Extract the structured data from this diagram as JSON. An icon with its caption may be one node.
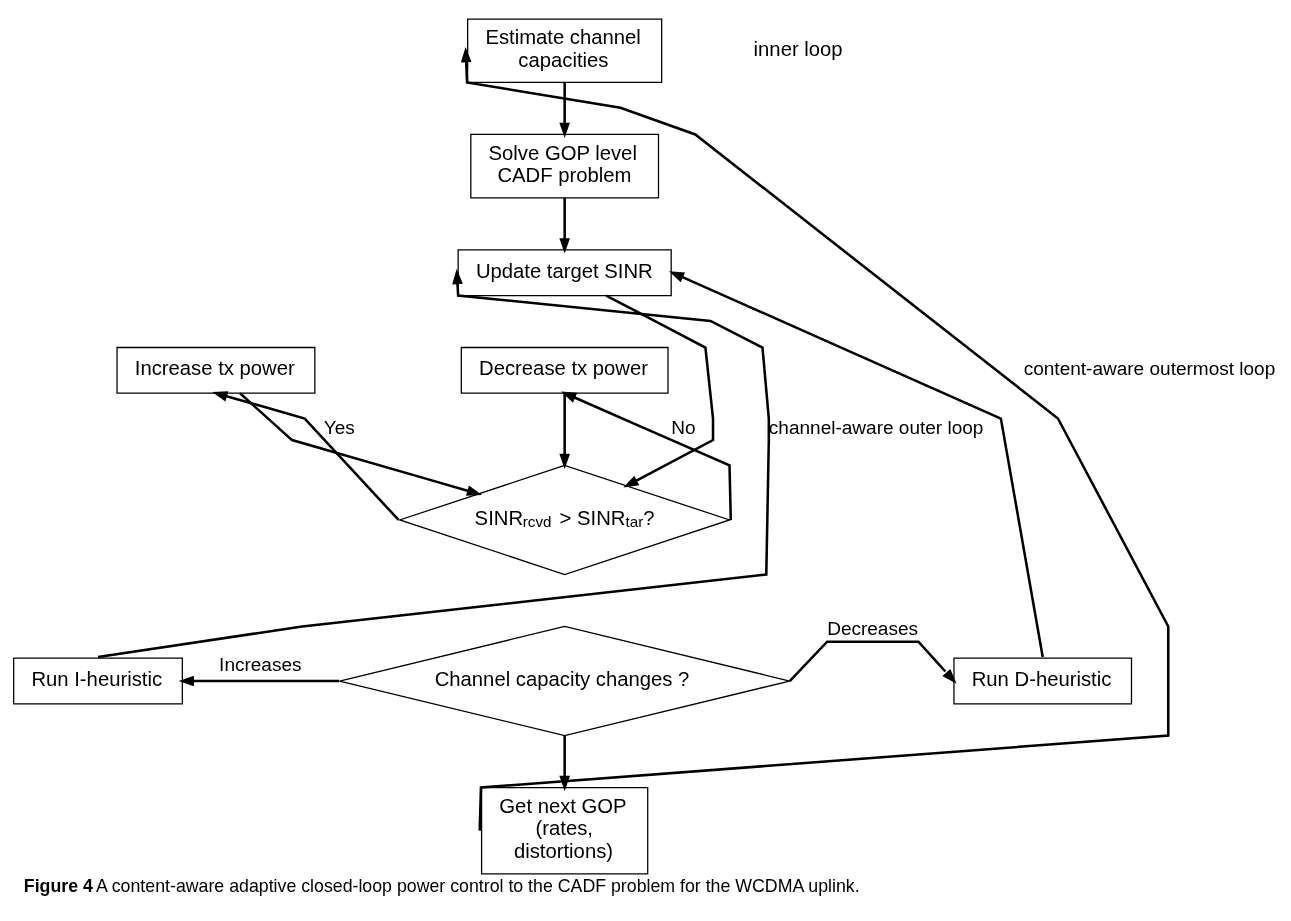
{
  "diagram": {
    "caption": "**Figure 4** A content-aware adaptive closed-loop power control to the CADF problem for the WCDMA uplink.",
    "nodes": [
      {
        "text": [
          "Estimate channel capacities"
        ]
      },
      {
        "text": [
          "Solve GOP level CADF problem"
        ]
      },
      {
        "text": [
          "Update target SINR"
        ]
      },
      {
        "text": [
          "Increase tx power"
        ]
      },
      {
        "text": [
          "Decrease tx power"
        ]
      },
      {
        "text": [
          "SINR$_{rcvd}$ > SINR$_{tar}$?"
        ]
      },
      {
        "text": [
          "Run I-heuristic"
        ]
      },
      {
        "text": [
          "Channel capacity changes ?"
        ]
      },
      {
        "text": [
          "Run D-heuristic"
        ]
      },
      {
        "text": [
          "Get next GOP (rates, distortions)"
        ]
      }
    ],
    "edges": [
      {
        "from": 0,
        "to": 1,
        "arrow": "to"
      },
      {
        "from": 1,
        "to": 2,
        "arrow": "to"
      },
      {
        "from": 2,
        "to": 5,
        "arrow": "to"
      },
      {
        "from": 3,
        "to": 5,
        "arrow": "to"
      },
      {
        "from": 4,
        "to": 5,
        "arrow": "to"
      },
      {
        "from": 5,
        "to": 3,
        "label": "Yes",
        "arrow": "to"
      },
      {
        "from": 5,
        "to": 4,
        "label": "No",
        "arrow": "to"
      },
      {
        "from": 7,
        "to": 6,
        "label": "Increases",
        "arrow": "to"
      },
      {
        "from": 7,
        "to": 8,
        "label": "Decreases",
        "arrow": "to"
      },
      {
        "from": 7,
        "to": 9,
        "arrow": "to"
      },
      {
        "from": 6,
        "to": 2,
        "label": "channel-aware outer loop",
        "arrow": "to"
      },
      {
        "from": 8,
        "to": 2,
        "arrow": "to"
      },
      {
        "from": 9,
        "to": 0,
        "label": "content-aware outermost loop",
        "arrow": "to"
      }
    ],
    "labels": [
      "inner loop"
    ]
  }
}
